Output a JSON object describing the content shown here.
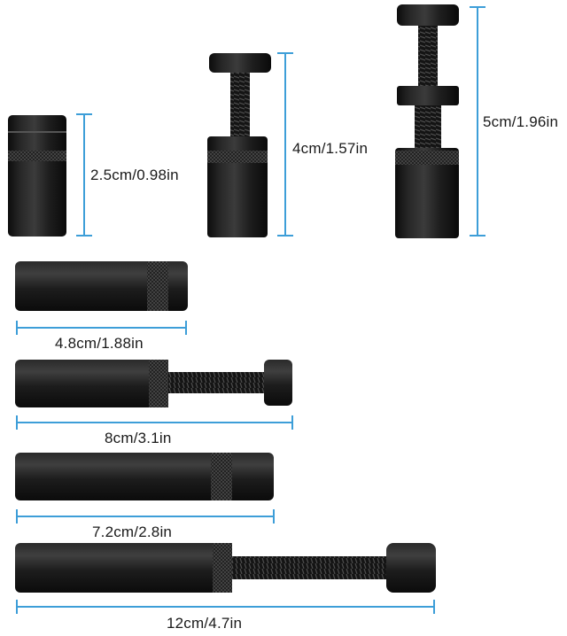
{
  "colors": {
    "dimension_line": "#3d9ed8",
    "metal": "#1c1c1c",
    "background": "#ffffff"
  },
  "labels": {
    "short_cap": "2.5cm/0.98in",
    "mid_bolt": "4cm/1.57in",
    "tall_bolt": "5cm/1.96in",
    "bar1": "4.8cm/1.88in",
    "bar2": "8cm/3.1in",
    "bar3": "7.2cm/2.8in",
    "bar4": "12cm/4.7in"
  }
}
